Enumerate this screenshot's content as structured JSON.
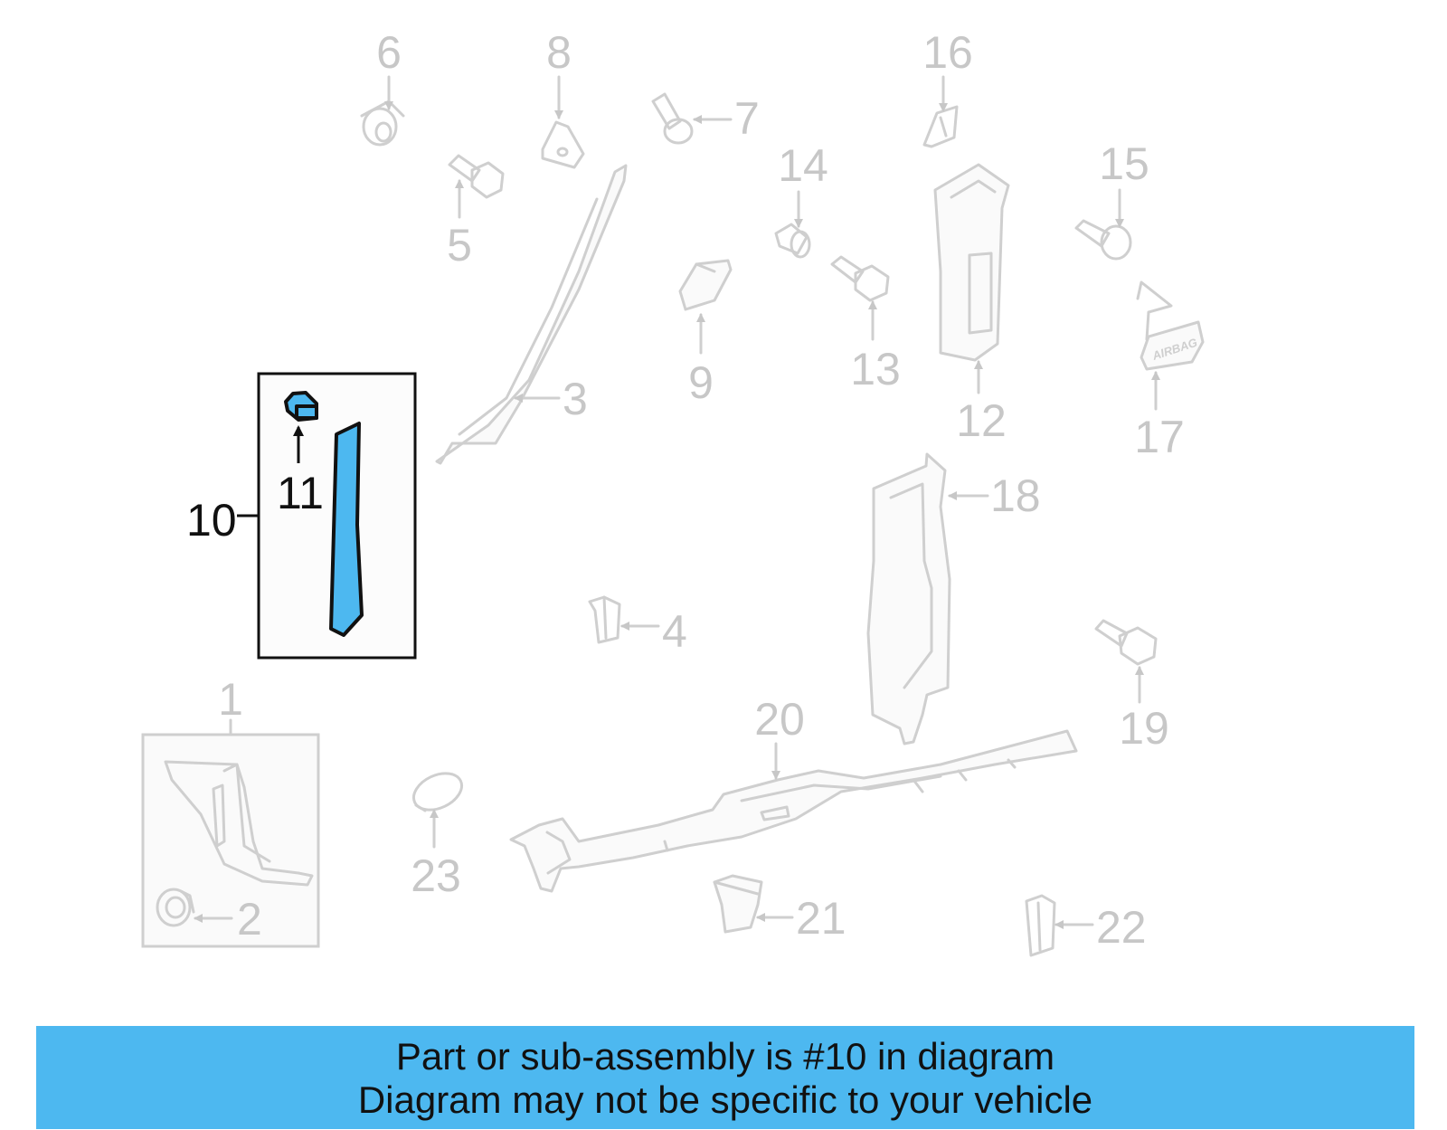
{
  "labels": {
    "p1": "1",
    "p2": "2",
    "p3": "3",
    "p4": "4",
    "p5": "5",
    "p6": "6",
    "p7": "7",
    "p8": "8",
    "p9": "9",
    "p10": "10",
    "p11": "11",
    "p12": "12",
    "p13": "13",
    "p14": "14",
    "p15": "15",
    "p16": "16",
    "p17": "17",
    "p18": "18",
    "p19": "19",
    "p20": "20",
    "p21": "21",
    "p22": "22",
    "p23": "23"
  },
  "stamp_text": "AIRBAG",
  "highlighted_part": "10",
  "banner": {
    "line1": "Part or sub-assembly is #10 in diagram",
    "line2": "Diagram may not be specific to your vehicle"
  },
  "colors": {
    "highlight": "#4db8f0",
    "banner": "#4db8f0",
    "faded": "#cfcfcf",
    "outline": "#111111"
  }
}
